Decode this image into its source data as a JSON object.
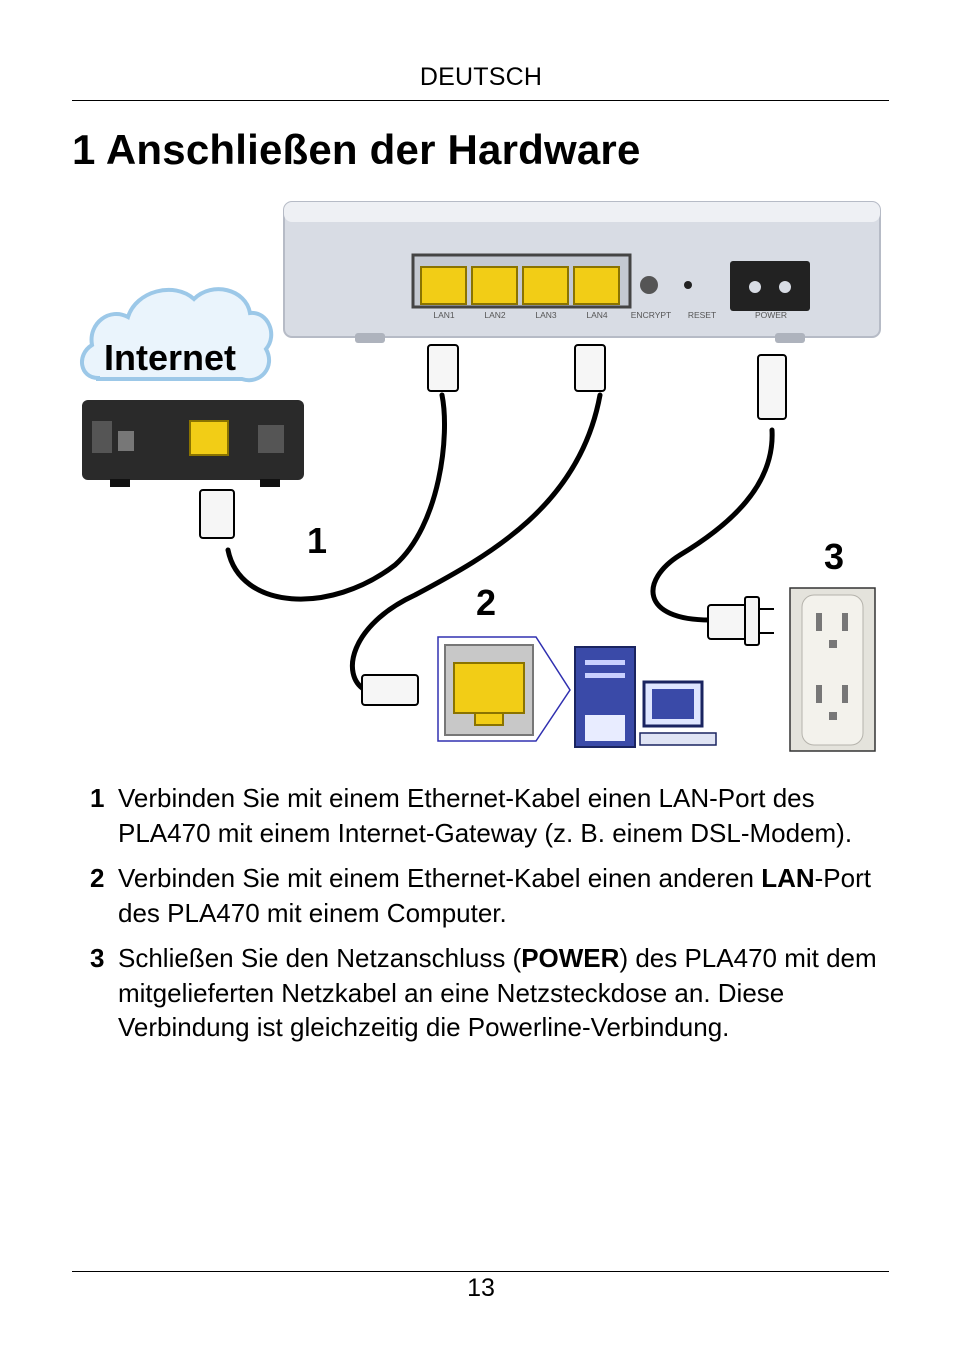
{
  "header": {
    "language": "DEUTSCH"
  },
  "title": "1 Anschließen der Hardware",
  "diagram": {
    "cloud_label": "Internet",
    "callouts": [
      "1",
      "2",
      "3"
    ],
    "port_labels": [
      "LAN1",
      "LAN2",
      "LAN3",
      "LAN4",
      "ENCRYPT",
      "RESET",
      "POWER"
    ],
    "colors": {
      "port_yellow": "#f2cd16",
      "device_gray": "#d8dce4",
      "cloud_blue": "#9cc8e8"
    }
  },
  "steps": [
    {
      "number": "1",
      "text": "Verbinden Sie mit einem Ethernet-Kabel einen LAN-Port des PLA470 mit einem Internet-Gateway (z. B. einem DSL-Modem)."
    },
    {
      "number": "2",
      "bold": "LAN",
      "before": "Verbinden Sie mit einem Ethernet-Kabel einen anderen ",
      "after": "-Port des PLA470 mit einem Computer."
    },
    {
      "number": "3",
      "before": "Schließen Sie den Netzanschluss (",
      "bold": "POWER",
      "after": ") des PLA470 mit dem mitgelieferten Netzkabel an eine Netzsteckdose an. Diese Verbindung ist gleichzeitig die Powerline-Verbindung."
    }
  ],
  "footer": {
    "page_number": "13"
  }
}
